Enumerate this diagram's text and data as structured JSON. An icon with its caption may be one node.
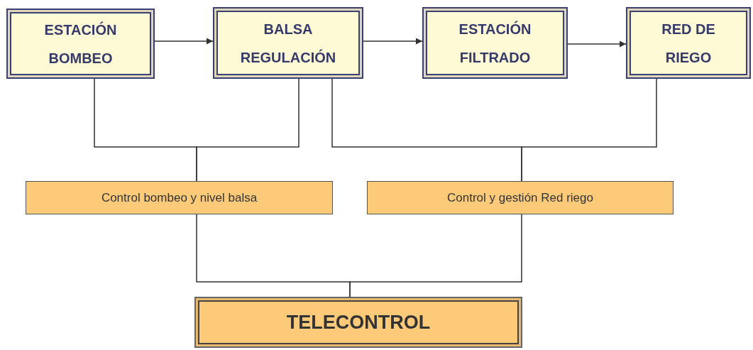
{
  "diagram": {
    "nodes": [
      {
        "text": [
          "ESTACIÓN BOMBEO"
        ]
      },
      {
        "text": [
          "BALSA REGULACIÓN"
        ]
      },
      {
        "text": [
          "ESTACIÓN FILTRADO"
        ]
      },
      {
        "text": [
          "RED DE RIEGO"
        ]
      },
      {
        "text": [
          "Control bombeo y nivel balsa"
        ]
      },
      {
        "text": [
          "Control y gestión Red riego"
        ]
      },
      {
        "text": [
          "TELECONTROL"
        ]
      }
    ],
    "edges": [
      {
        "from": 0,
        "to": 1,
        "arrow": "to"
      },
      {
        "from": 1,
        "to": 2,
        "arrow": "to"
      },
      {
        "from": 2,
        "to": 3,
        "arrow": "to"
      },
      {
        "from": 0,
        "to": 4,
        "arrow": "none"
      },
      {
        "from": 1,
        "to": 4,
        "arrow": "none"
      },
      {
        "from": 1,
        "to": 5,
        "arrow": "none"
      },
      {
        "from": 3,
        "to": 5,
        "arrow": "none"
      },
      {
        "from": 4,
        "to": 6,
        "arrow": "none"
      },
      {
        "from": 5,
        "to": 6,
        "arrow": "none"
      }
    ]
  }
}
